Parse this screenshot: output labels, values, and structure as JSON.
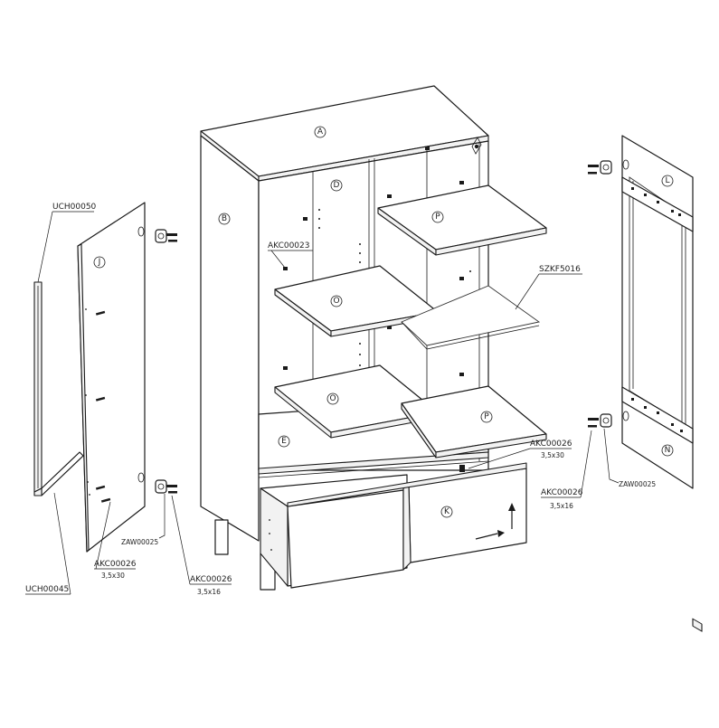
{
  "parts": {
    "A": "A",
    "B": "B",
    "D": "D",
    "E": "E",
    "J": "J",
    "K": "K",
    "L": "L",
    "N": "N",
    "O": "O",
    "P": "P"
  },
  "hardware": {
    "uch00050": "UCH00050",
    "uch00045": "UCH00045",
    "akc00023": "AKC00023",
    "szkf5016": "SZKF5016",
    "akc00026": "AKC00026",
    "zaw00025": "ZAW00025",
    "size_35x30": "3,5x30",
    "size_35x16": "3,5x16"
  }
}
